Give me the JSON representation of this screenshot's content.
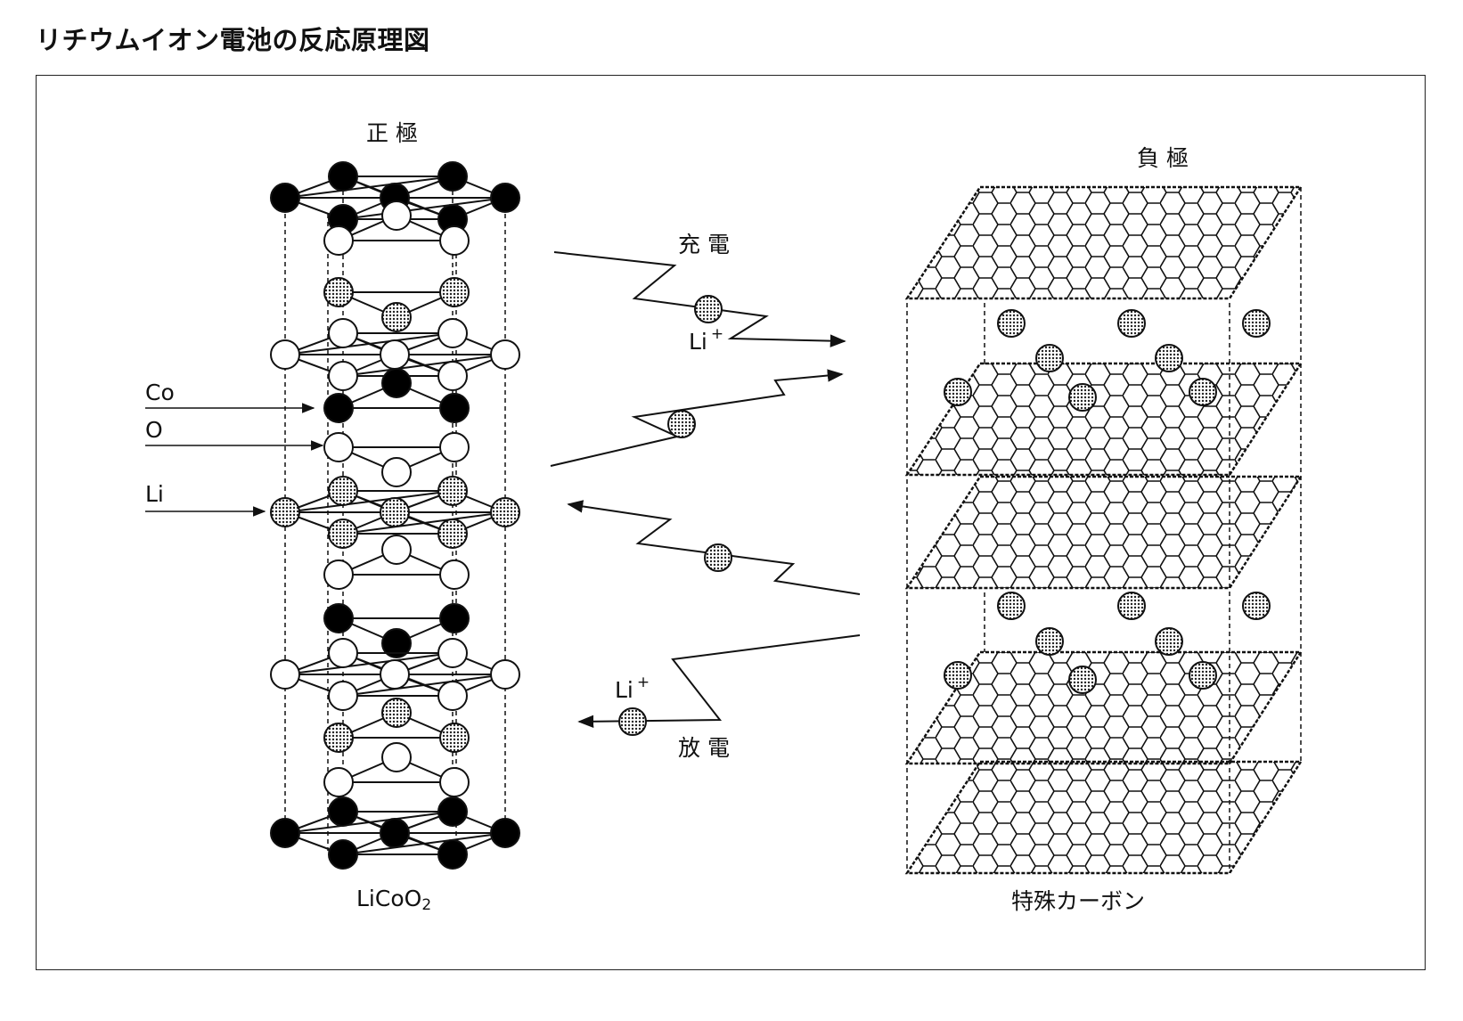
{
  "title": "リチウムイオン電池の反応原理図",
  "cathode": {
    "heading": "正 極",
    "formula_main": "LiCoO",
    "formula_sub": "2"
  },
  "anode": {
    "heading": "負 極",
    "caption": "特殊カーボン"
  },
  "legend": {
    "co": "Co",
    "o": "O",
    "li": "Li"
  },
  "process": {
    "charge": "充 電",
    "discharge": "放 電",
    "ion": "Li",
    "ion_charge": "+"
  }
}
